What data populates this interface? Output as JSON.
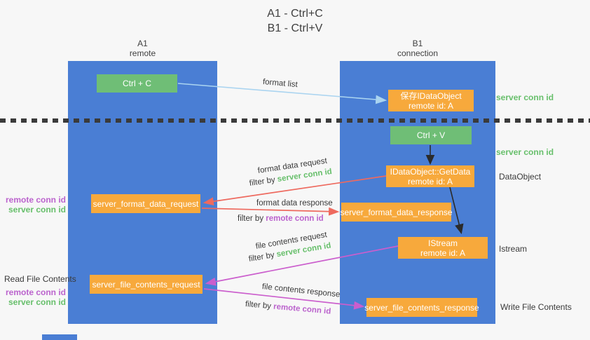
{
  "title": {
    "line1": "A1 - Ctrl+C",
    "line2": "B1 - Ctrl+V"
  },
  "columns": {
    "a": {
      "id": "A1",
      "name": "remote"
    },
    "b": {
      "id": "B1",
      "name": "connection"
    }
  },
  "nodes": {
    "ctrl_c": "Ctrl + C",
    "ctrl_v": "Ctrl + V",
    "save_dataobject_line1": "保存IDataObject",
    "save_dataobject_line2": "remote id: A",
    "getdata_line1": "IDataObject::GetData",
    "getdata_line2": "remote id: A",
    "istream_line1": "IStream",
    "istream_line2": "remote id: A",
    "format_request": "server_format_data_request",
    "format_response": "server_format_data_response",
    "file_request": "server_file_contents_request",
    "file_response": "server_file_contents_response"
  },
  "arrow_labels": {
    "format_list": "format list",
    "format_data_request": "format data request",
    "format_data_response": "format data response",
    "file_contents_request": "file contents request",
    "file_contents_response": "file contents response",
    "filter_by": "filter by"
  },
  "side_labels": {
    "server_conn_id": "server conn id",
    "remote_conn_id": "remote conn id",
    "dataobject": "DataObject",
    "istream": "Istream",
    "read_file_contents": "Read File Contents",
    "write_file_contents": "Write File Contents"
  },
  "colors": {
    "column_blue": "#4a7ed4",
    "button_green": "#6fbe76",
    "box_orange": "#f7a93c",
    "conn_id_green": "#67bf6b",
    "conn_id_purple": "#bb63cd",
    "arrow_red": "#ee6a5f",
    "arrow_magenta": "#cb5ecd",
    "arrow_lightblue": "#aad4f0",
    "arrow_black": "#2b2b2b"
  }
}
